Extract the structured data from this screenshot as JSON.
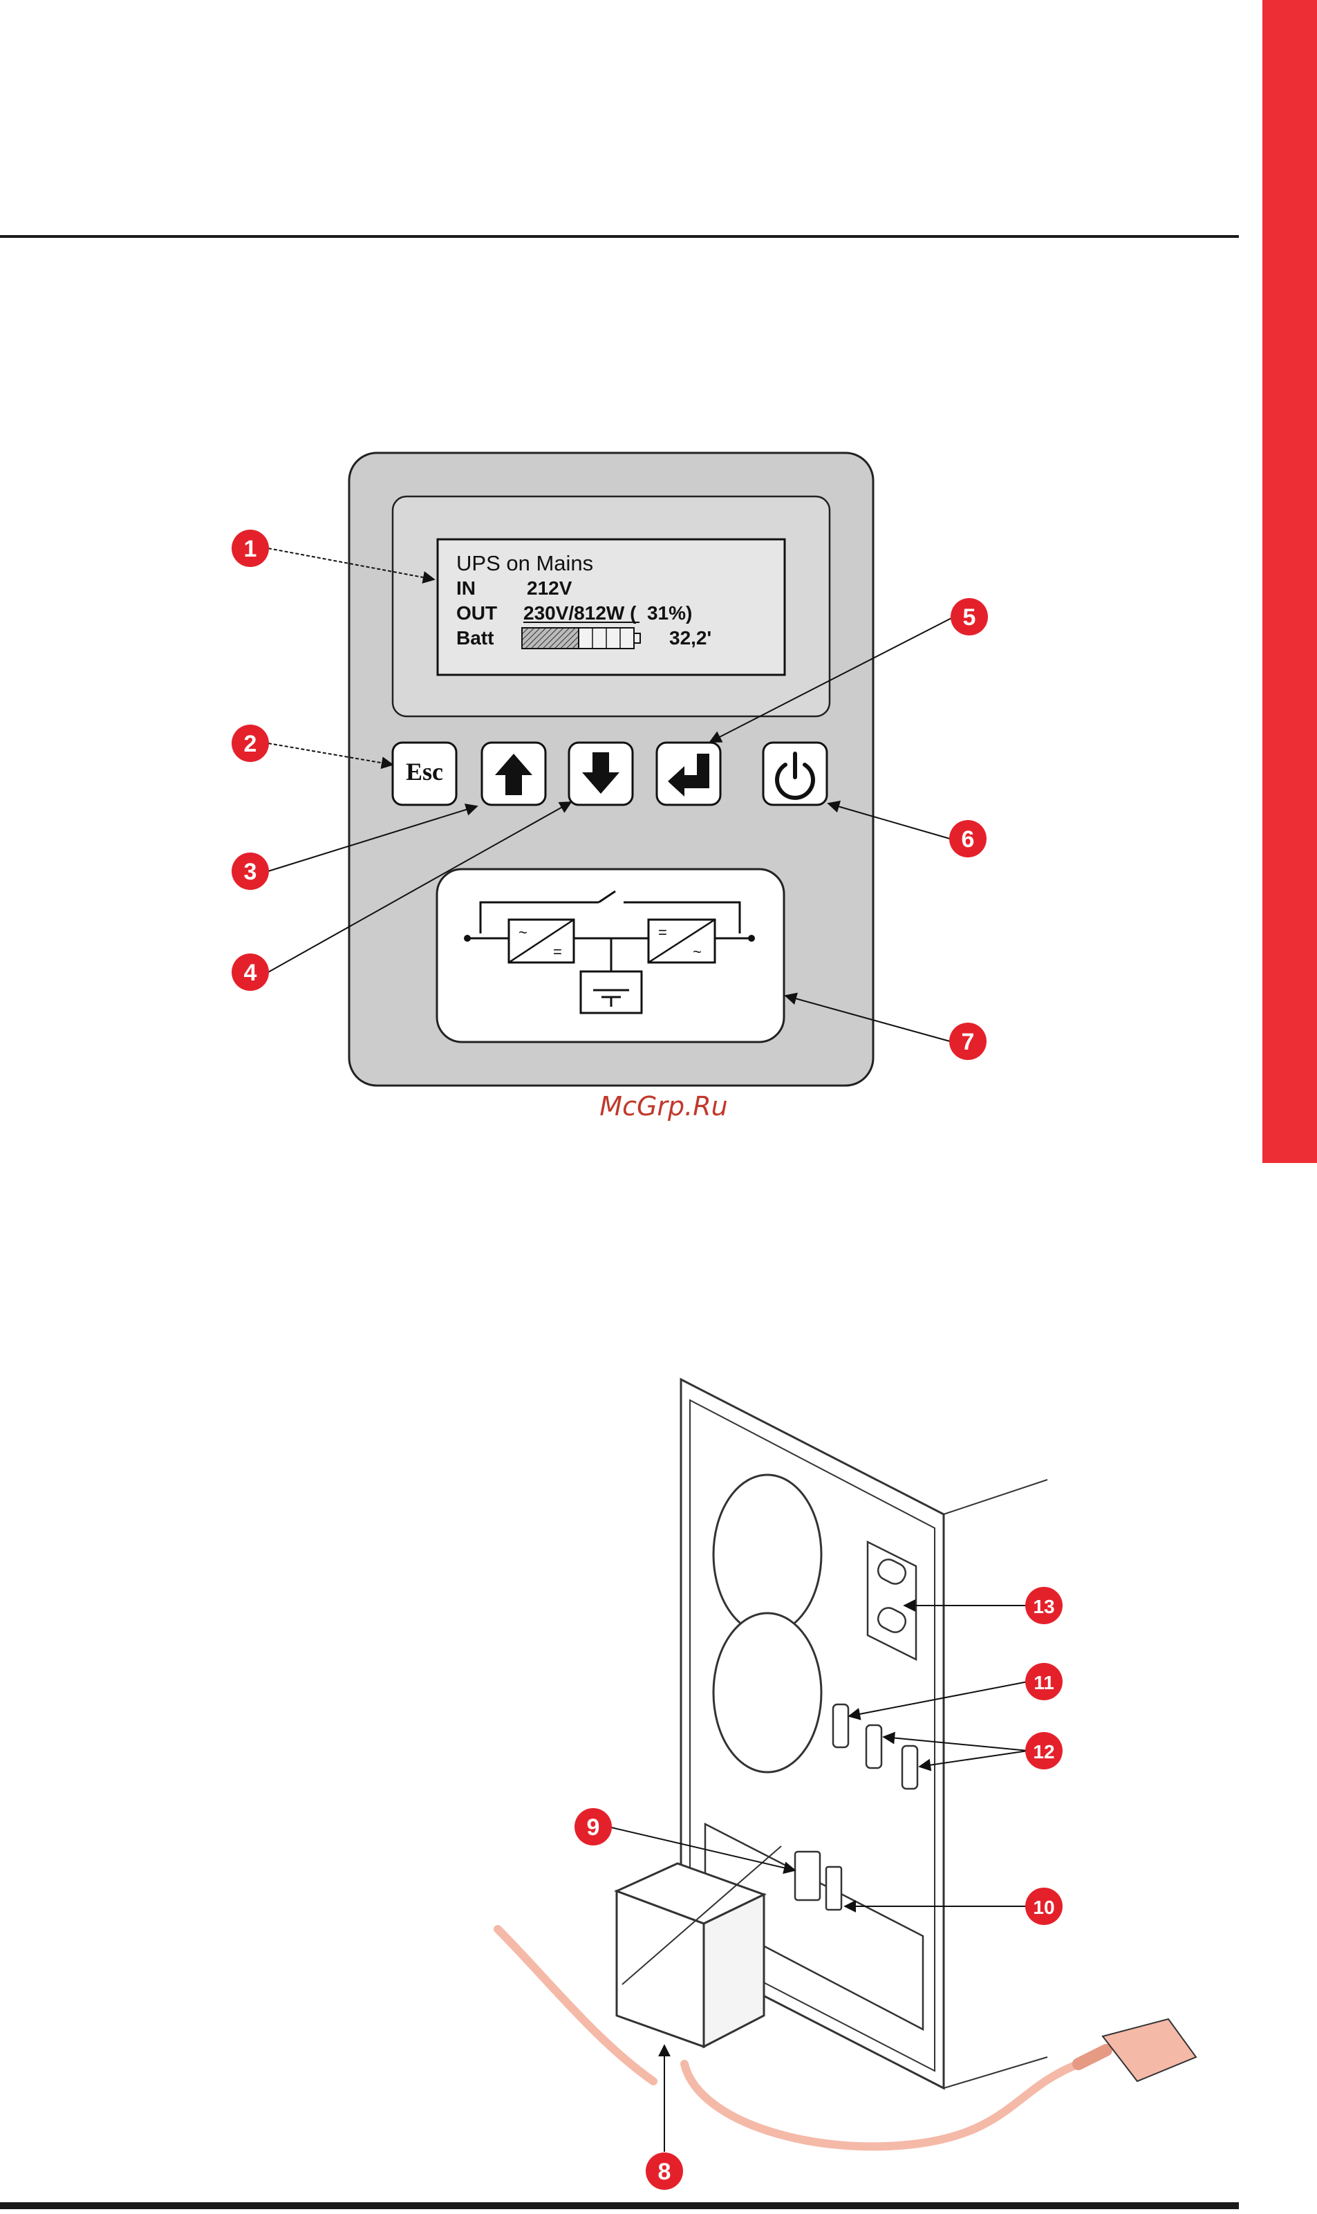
{
  "colors": {
    "accent": "#ee2e35",
    "callout": "#e4212b",
    "panel": "#cccccc",
    "lcd": "#e6e6e6",
    "cable": "#f5b9a8"
  },
  "panel": {
    "lcd_lines": [
      "UPS on Mains",
      "IN",
      "212V",
      "OUT",
      "230V/812W (  31%)",
      "Batt",
      "32,2'"
    ],
    "keys": {
      "esc": "Esc",
      "up": "up-arrow-icon",
      "down": "down-arrow-icon",
      "enter": "enter-arrow-icon",
      "power": "power-icon"
    },
    "callouts": [
      "1",
      "2",
      "3",
      "4",
      "5",
      "6",
      "7"
    ]
  },
  "rear": {
    "callouts": [
      "8",
      "9",
      "10",
      "11",
      "12",
      "13"
    ]
  },
  "watermark": "McGrp.Ru"
}
